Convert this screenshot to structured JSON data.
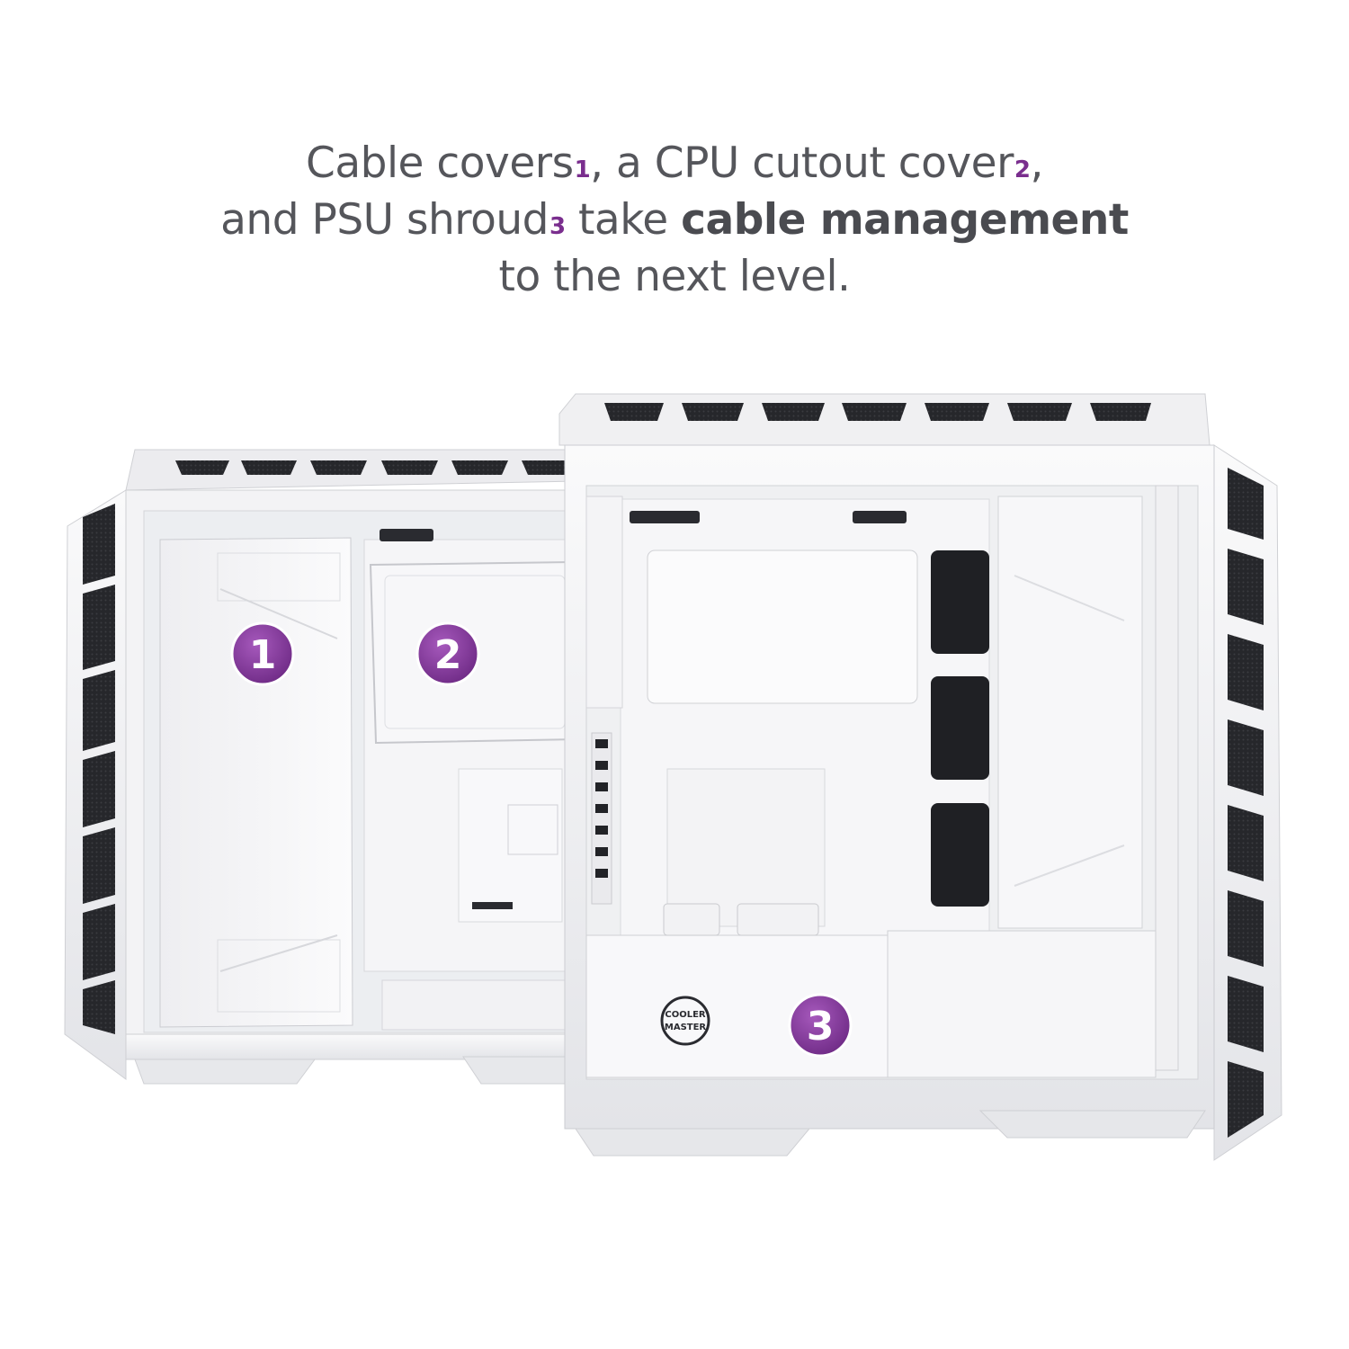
{
  "headline": {
    "line1_a": "Cable covers",
    "sup1": "1",
    "line1_b": ", a CPU cutout cover",
    "sup2": "2",
    "line1_c": ",",
    "line2_a": "and PSU shroud",
    "sup3": "3",
    "line2_b": " take ",
    "line2_strong": "cable management",
    "line3": "to the next level."
  },
  "callouts": {
    "one": "1",
    "two": "2",
    "three": "3"
  },
  "brand": {
    "logo_line1": "COOLER",
    "logo_line2": "MASTER"
  },
  "colors": {
    "text": "#55565b",
    "accent_purple": "#7a2e8e",
    "badge_purple": "#8a3fa0",
    "case_white": "#f4f4f6"
  }
}
